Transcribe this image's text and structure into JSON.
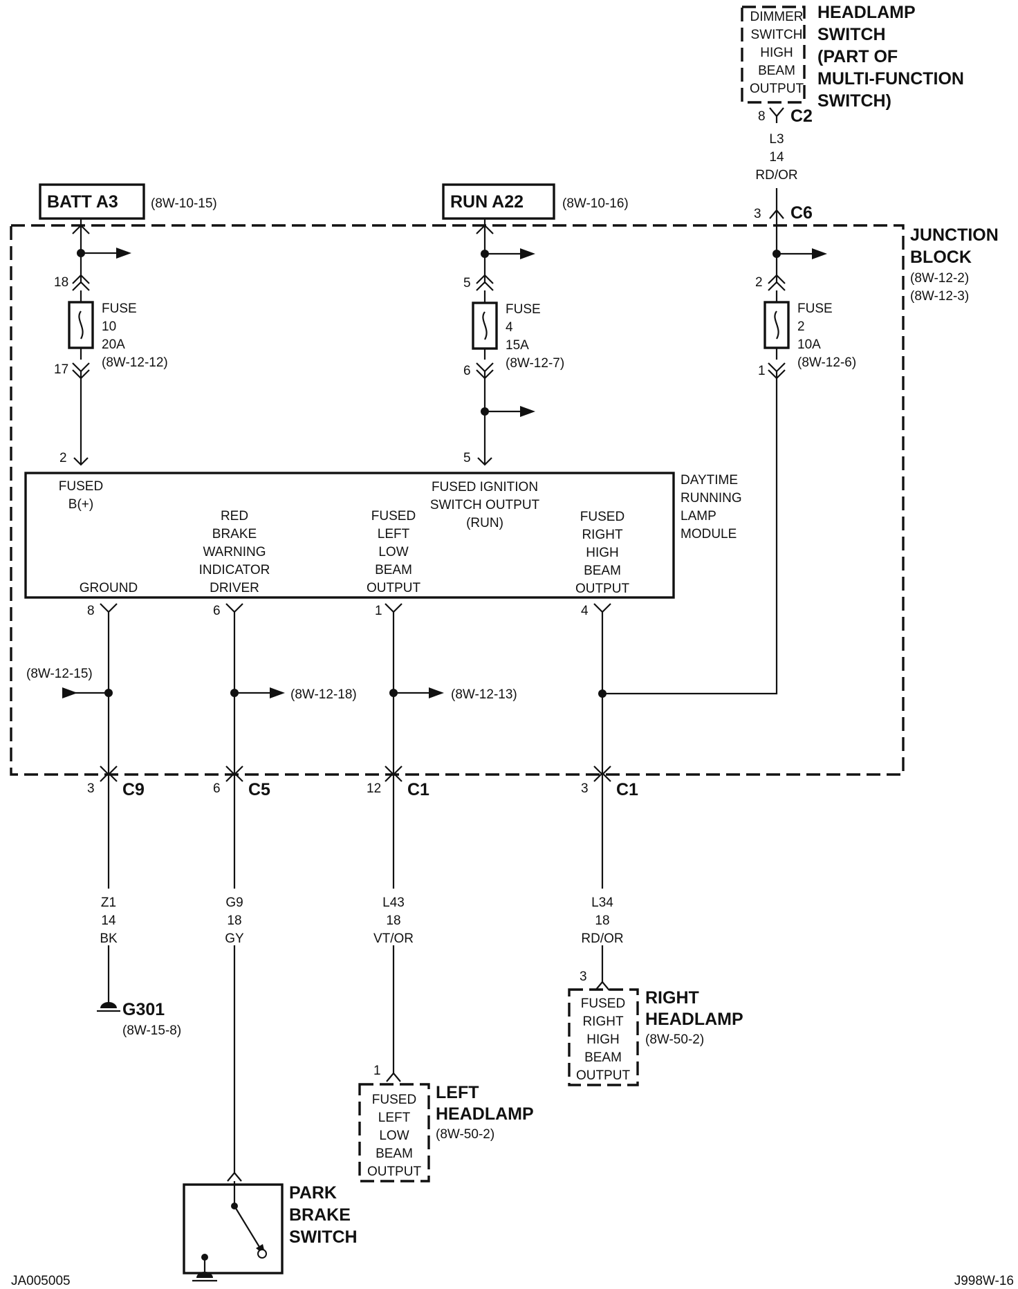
{
  "junction_block": {
    "label_1": "JUNCTION",
    "label_2": "BLOCK",
    "ref_1": "(8W-12-2)",
    "ref_2": "(8W-12-3)"
  },
  "sources": {
    "batt": {
      "label": "BATT A3",
      "ref": "(8W-10-15)"
    },
    "run": {
      "label": "RUN A22",
      "ref": "(8W-10-16)"
    }
  },
  "headlamp_switch": {
    "inner": [
      "DIMMER",
      "SWITCH",
      "HIGH",
      "BEAM",
      "OUTPUT"
    ],
    "title": [
      "HEADLAMP",
      "SWITCH",
      "(PART OF",
      "MULTI-FUNCTION",
      "SWITCH)"
    ],
    "pin": "8",
    "connector": "C2",
    "wire": [
      "L3",
      "14",
      "RD/OR"
    ]
  },
  "c6": {
    "pin": "3",
    "connector": "C6"
  },
  "fuses": [
    {
      "top_pin": "18",
      "bottom_pin": "17",
      "label": [
        "FUSE",
        "10",
        "20A",
        "(8W-12-12)"
      ]
    },
    {
      "top_pin": "5",
      "bottom_pin": "6",
      "label": [
        "FUSE",
        "4",
        "15A",
        "(8W-12-7)"
      ]
    },
    {
      "top_pin": "2",
      "bottom_pin": "1",
      "label": [
        "FUSE",
        "2",
        "10A",
        "(8W-12-6)"
      ]
    }
  ],
  "module": {
    "name": [
      "DAYTIME",
      "RUNNING",
      "LAMP",
      "MODULE"
    ],
    "input_pin_b": "2",
    "input_pin_ign": "5",
    "fused_b": [
      "FUSED",
      "B(+)"
    ],
    "fused_ign": [
      "FUSED IGNITION",
      "SWITCH OUTPUT",
      "(RUN)"
    ],
    "ground": "GROUND",
    "brake": [
      "RED",
      "BRAKE",
      "WARNING",
      "INDICATOR",
      "DRIVER"
    ],
    "left": [
      "FUSED",
      "LEFT",
      "LOW",
      "BEAM",
      "OUTPUT"
    ],
    "right": [
      "FUSED",
      "RIGHT",
      "HIGH",
      "BEAM",
      "OUTPUT"
    ],
    "pins": [
      "8",
      "6",
      "1",
      "4"
    ]
  },
  "refs": {
    "ground_in": "(8W-12-15)",
    "brake_out": "(8W-12-18)",
    "left_out": "(8W-12-13)"
  },
  "connectors": [
    {
      "pin": "3",
      "name": "C9"
    },
    {
      "pin": "6",
      "name": "C5"
    },
    {
      "pin": "12",
      "name": "C1"
    },
    {
      "pin": "3",
      "name": "C1"
    }
  ],
  "wires": [
    [
      "Z1",
      "14",
      "BK"
    ],
    [
      "G9",
      "18",
      "GY"
    ],
    [
      "L43",
      "18",
      "VT/OR"
    ],
    [
      "L34",
      "18",
      "RD/OR"
    ]
  ],
  "ground": {
    "label": "G301",
    "ref": "(8W-15-8)"
  },
  "right_headlamp": {
    "pin": "3",
    "inner": [
      "FUSED",
      "RIGHT",
      "HIGH",
      "BEAM",
      "OUTPUT"
    ],
    "title": [
      "RIGHT",
      "HEADLAMP"
    ],
    "ref": "(8W-50-2)"
  },
  "left_headlamp": {
    "pin": "1",
    "inner": [
      "FUSED",
      "LEFT",
      "LOW",
      "BEAM",
      "OUTPUT"
    ],
    "title": [
      "LEFT",
      "HEADLAMP"
    ],
    "ref": "(8W-50-2)"
  },
  "park_brake": {
    "title": [
      "PARK",
      "BRAKE",
      "SWITCH"
    ]
  },
  "footer": {
    "left": "JA005005",
    "right": "J998W-16"
  }
}
